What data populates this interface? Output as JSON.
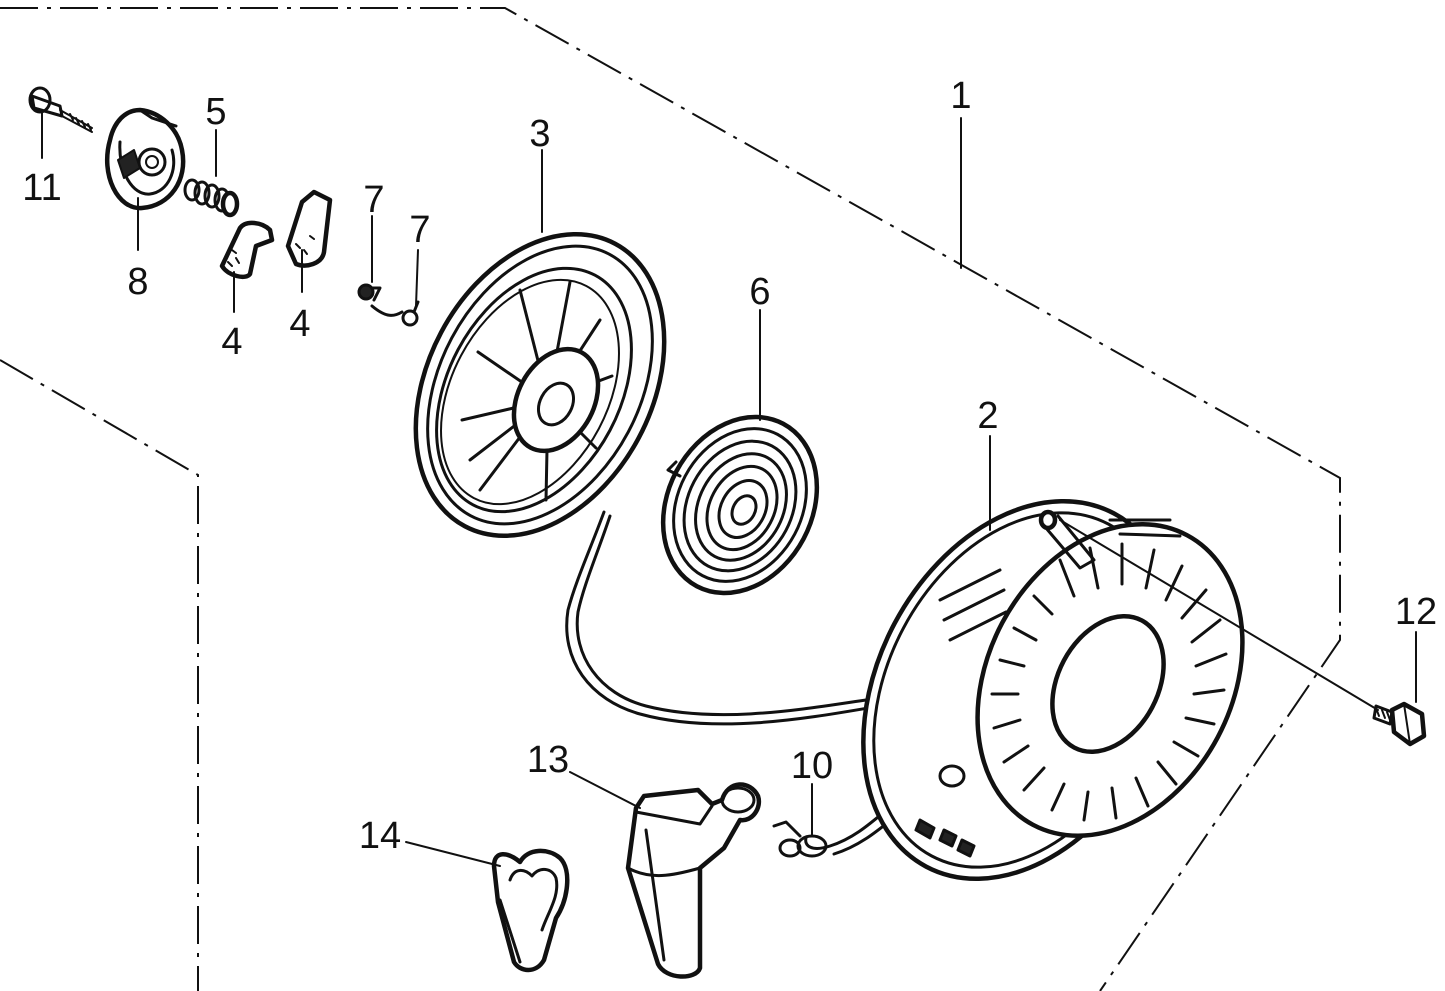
{
  "diagram": {
    "colors": {
      "ink": "#111111",
      "background": "#ffffff"
    },
    "callouts": [
      {
        "id": "label-1",
        "text": "1"
      },
      {
        "id": "label-2",
        "text": "2"
      },
      {
        "id": "label-3",
        "text": "3"
      },
      {
        "id": "label-4a",
        "text": "4"
      },
      {
        "id": "label-4b",
        "text": "4"
      },
      {
        "id": "label-5",
        "text": "5"
      },
      {
        "id": "label-6",
        "text": "6"
      },
      {
        "id": "label-7a",
        "text": "7"
      },
      {
        "id": "label-7b",
        "text": "7"
      },
      {
        "id": "label-8",
        "text": "8"
      },
      {
        "id": "label-10",
        "text": "10"
      },
      {
        "id": "label-11",
        "text": "11"
      },
      {
        "id": "label-12",
        "text": "12"
      },
      {
        "id": "label-13",
        "text": "13"
      },
      {
        "id": "label-14",
        "text": "14"
      }
    ]
  }
}
